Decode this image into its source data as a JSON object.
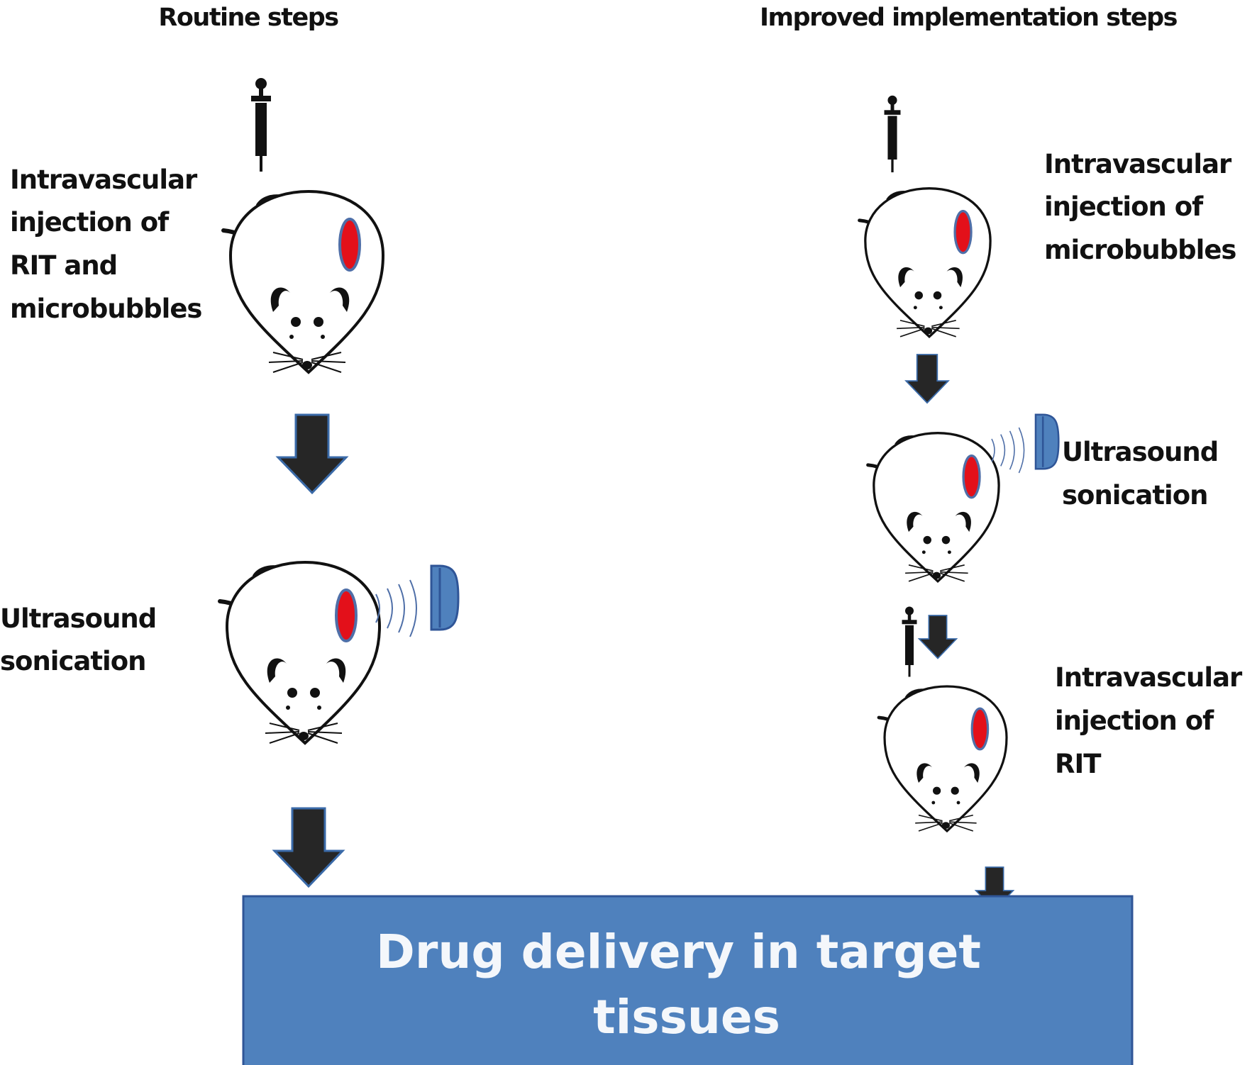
{
  "headers": {
    "left": "Routine steps",
    "right": "Improved implementation steps"
  },
  "routine": {
    "step1_lines": [
      "Intravascular",
      "injection of",
      "RIT and",
      "microbubbles"
    ],
    "step2_lines": [
      "Ultrasound",
      "sonication"
    ]
  },
  "improved": {
    "step1_lines": [
      "Intravascular",
      "injection of",
      "microbubbles"
    ],
    "step2_lines": [
      "Ultrasound",
      "sonication"
    ],
    "step3_lines": [
      "Intravascular",
      "injection of",
      "RIT"
    ]
  },
  "result_box": {
    "lines": [
      "Drug delivery in target",
      "tissues"
    ]
  },
  "colors": {
    "box_fill": "#4f81bd",
    "box_stroke": "#2f5597",
    "arrow_fill": "#262626",
    "arrow_stroke": "#3a6aa8",
    "tumor_fill": "#e3101a",
    "tumor_stroke": "#4f6fa8",
    "transducer_fill": "#4f81bd"
  },
  "icons": {
    "mouse": "mouse-head-icon",
    "syringe": "syringe-icon",
    "transducer": "ultrasound-transducer-icon",
    "arrow": "down-arrow-icon"
  }
}
